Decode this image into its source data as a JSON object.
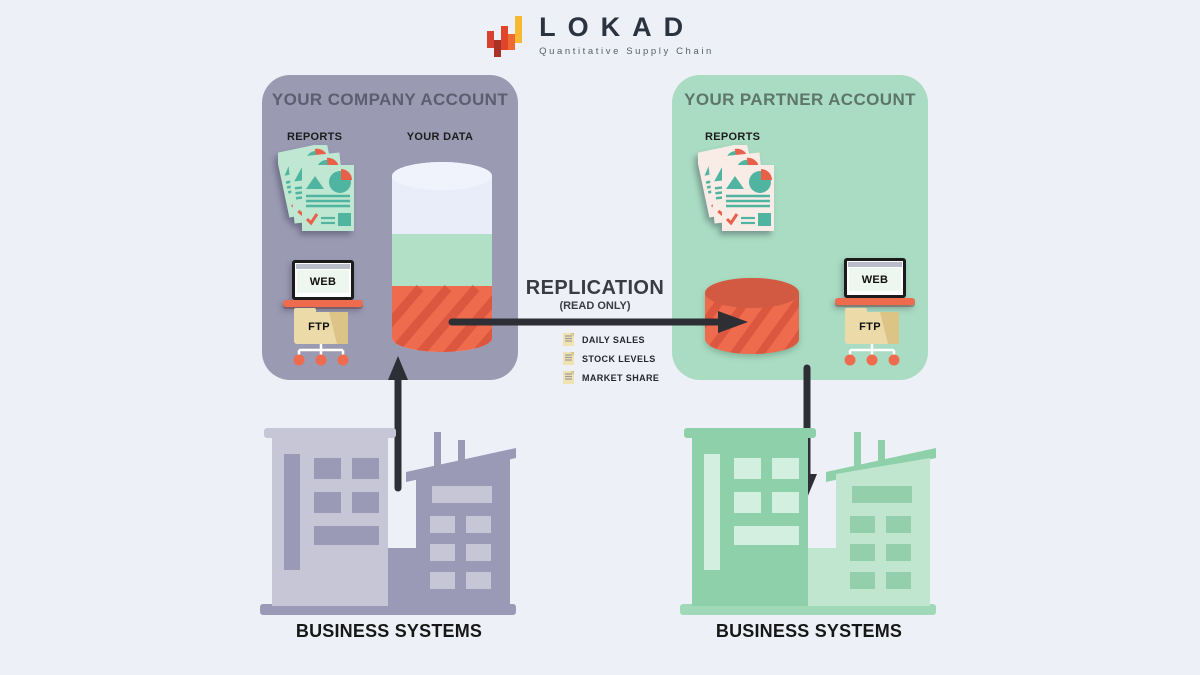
{
  "logo": {
    "wordmark": "LOKAD",
    "tagline": "Quantitative Supply Chain"
  },
  "company_panel": {
    "title": "YOUR COMPANY ACCOUNT",
    "reports_label": "REPORTS",
    "data_label": "YOUR DATA",
    "web_label": "WEB",
    "ftp_label": "FTP"
  },
  "partner_panel": {
    "title": "YOUR PARTNER ACCOUNT",
    "reports_label": "REPORTS",
    "web_label": "WEB",
    "ftp_label": "FTP"
  },
  "replication": {
    "title": "REPLICATION",
    "subtitle": "(READ ONLY)",
    "items": [
      {
        "label": "DAILY SALES"
      },
      {
        "label": "STOCK LEVELS"
      },
      {
        "label": "MARKET SHARE"
      }
    ]
  },
  "company_systems": {
    "label": "BUSINESS SYSTEMS"
  },
  "partner_systems": {
    "label": "BUSINESS SYSTEMS"
  },
  "colors": {
    "page_bg": "#edf1f7",
    "panel_company": "#9a9ab3",
    "panel_partner": "#a9dcc2",
    "title_company": "#5d5d70",
    "title_partner": "#5e7569",
    "ink": "#1c1c1c",
    "replication_ink": "#3b3b45",
    "arrow": "#2e2e35",
    "orange": "#ee6c4d",
    "orange_dark": "#dc5740",
    "orange_deep": "#d25a43",
    "cyl_white": "#e9edfa",
    "cyl_top": "#f0f3fc",
    "cyl_green": "#b2e0c6",
    "gray_light": "#c6c6d6",
    "gray_dark": "#9a9ab6",
    "green_medium": "#8ed0aa",
    "green_light": "#c0e6d0",
    "green_win": "#93cfaa",
    "green_pale": "#d3efe0",
    "base_green": "#9fd9b7",
    "folder": "#ecdaa9",
    "folder_dark": "#dcc386",
    "laptop_strip": "#b9bdc9",
    "teal": "#4fb4a0",
    "red": "#e9604a",
    "page_left": "#bfe7d1",
    "page_right": "#f9ece6",
    "doc_fill": "#f0e3b2",
    "doc_fold": "#d9c68c",
    "doc_line": "#9a9a9a",
    "logo_text": "#2b3340",
    "logo_tagline": "#55606c",
    "logo_red1": "#d8402f",
    "logo_red2": "#a93226",
    "logo_red3": "#e0452c",
    "logo_orange": "#ef6a33",
    "logo_yellow": "#f8b831"
  }
}
